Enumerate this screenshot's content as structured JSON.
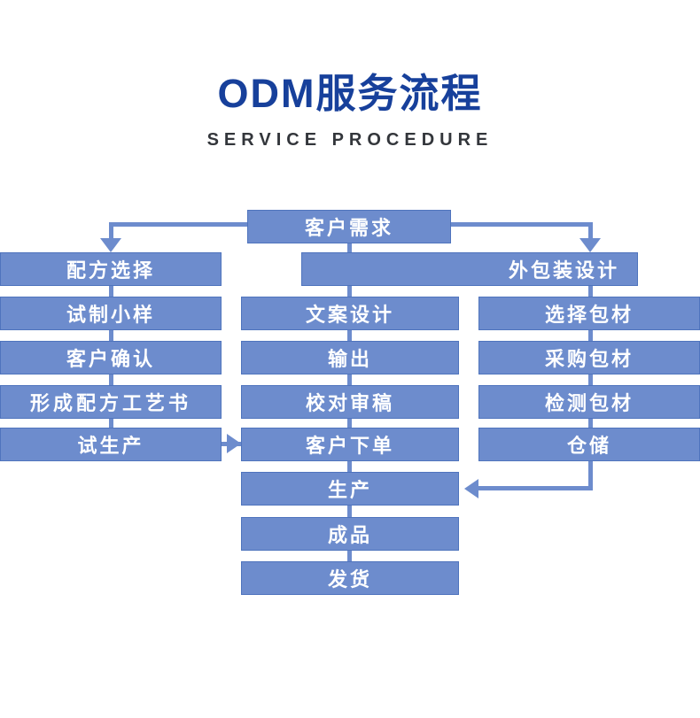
{
  "header": {
    "title": "ODM服务流程",
    "subtitle": "SERVICE PROCEDURE",
    "title_color": "#17409b",
    "subtitle_color": "#33363b"
  },
  "theme": {
    "box_fill": "#6d8ccd",
    "box_border": "#4f74bd",
    "box_text": "#ffffff",
    "connector": "#6d8ccd",
    "background": "#ffffff"
  },
  "flow": {
    "start": {
      "label": "客户需求"
    },
    "columns": [
      {
        "name": "formula-column",
        "steps": [
          {
            "label": "配方选择"
          },
          {
            "label": "试制小样"
          },
          {
            "label": "客户确认"
          },
          {
            "label": "形成配方工艺书"
          },
          {
            "label": "试生产"
          }
        ]
      },
      {
        "name": "production-column",
        "steps": [
          {
            "label": "文案设计"
          },
          {
            "label": "输出"
          },
          {
            "label": "校对审稿"
          },
          {
            "label": "客户下单"
          },
          {
            "label": "生产"
          },
          {
            "label": "成品"
          },
          {
            "label": "发货"
          }
        ]
      },
      {
        "name": "packaging-column",
        "steps": [
          {
            "label": "外包装设计"
          },
          {
            "label": "选择包材"
          },
          {
            "label": "采购包材"
          },
          {
            "label": "检测包材"
          },
          {
            "label": "仓储"
          }
        ]
      }
    ]
  }
}
